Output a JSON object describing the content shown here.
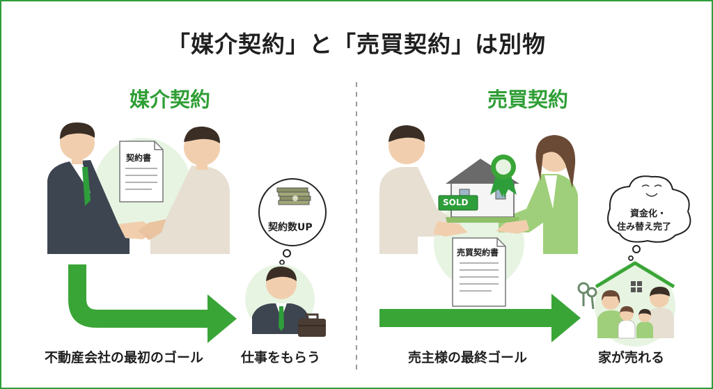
{
  "title": "「媒介契約」と「売買契約」は別物",
  "left": {
    "heading": "媒介契約",
    "document_label": "契約書",
    "thought_label": "契約数UP",
    "label_goal": "不動産会社の最初のゴール",
    "label_job": "仕事をもらう"
  },
  "right": {
    "heading": "売買契約",
    "sign_label": "SOLD",
    "document_label": "売買契約書",
    "thought_line1": "資金化・",
    "thought_line2": "住み替え完了",
    "label_goal": "売主様の最終ゴール",
    "label_result": "家が売れる"
  },
  "colors": {
    "accent_green": "#2e9e3a",
    "arrow_green": "#3aa537",
    "halo_green": "#e7f4e2"
  }
}
